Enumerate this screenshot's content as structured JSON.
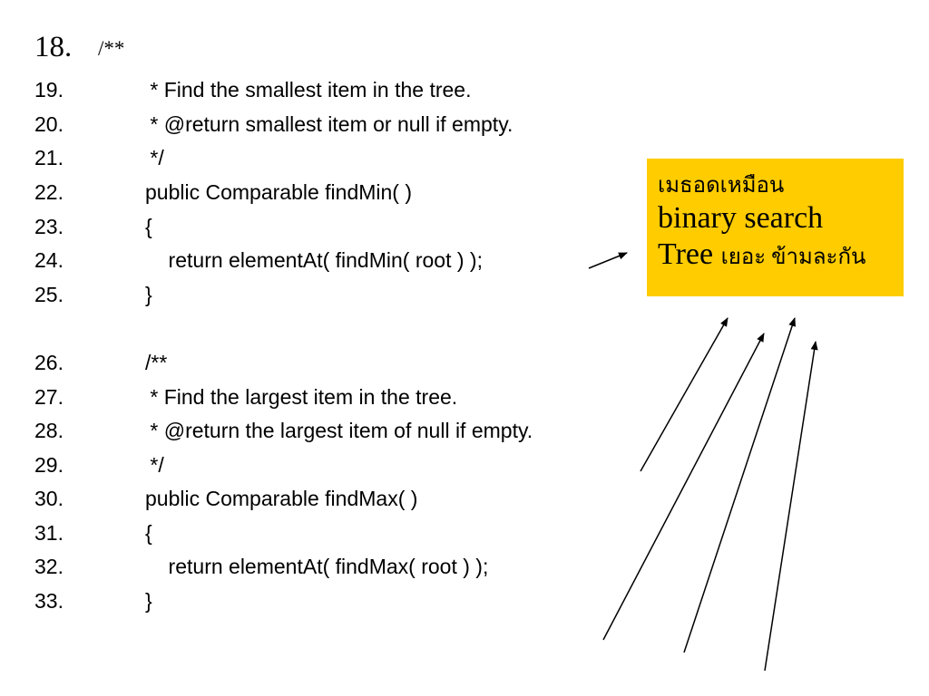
{
  "code": {
    "lines": [
      {
        "num": "18.",
        "text": "/**"
      },
      {
        "num": "19.",
        "text": " * Find the smallest item in the tree."
      },
      {
        "num": "20.",
        "text": " * @return smallest item or null if empty."
      },
      {
        "num": "21.",
        "text": " */"
      },
      {
        "num": "22.",
        "text": "public Comparable findMin( )"
      },
      {
        "num": "23.",
        "text": "{"
      },
      {
        "num": "24.",
        "text": "    return elementAt( findMin( root ) );"
      },
      {
        "num": "25.",
        "text": "}"
      },
      {
        "num": "26.",
        "text": "/**"
      },
      {
        "num": "27.",
        "text": " * Find the largest item in the tree."
      },
      {
        "num": "28.",
        "text": " * @return the largest item of null if empty."
      },
      {
        "num": "29.",
        "text": " */"
      },
      {
        "num": "30.",
        "text": "public Comparable findMax( )"
      },
      {
        "num": "31.",
        "text": "{"
      },
      {
        "num": "32.",
        "text": "    return elementAt( findMax( root ) );"
      },
      {
        "num": "33.",
        "text": "}"
      }
    ]
  },
  "callout": {
    "line1": "เมธอดเหมือน",
    "line2": "binary search",
    "line3_a": "Tree ",
    "line3_b": "เยอะ ข้ามละกัน",
    "background": "#ffcc00"
  }
}
